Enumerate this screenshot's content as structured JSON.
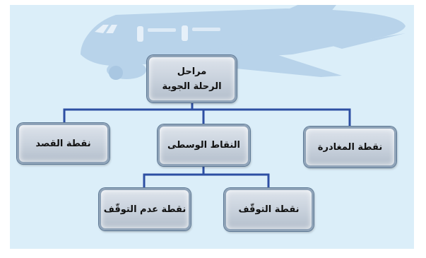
{
  "nodes": {
    "root": {
      "line1": "مراحل",
      "line2": "الرحلة الجوية"
    },
    "departure": "نقطة المغادرة",
    "middle": "النقاط الوسطى",
    "destination": "نقطة القصد",
    "stop": "نقطة التوقّف",
    "no_stop": "نقطة عدم التوقّف"
  },
  "colors": {
    "background": "#dbeef9",
    "connector": "#2d4fa3",
    "plane": "#b8d3ea",
    "node_fill": "#c9d2dd",
    "node_border": "#8fa3b8"
  },
  "icons": {
    "background_illustration": "airplane-icon"
  }
}
